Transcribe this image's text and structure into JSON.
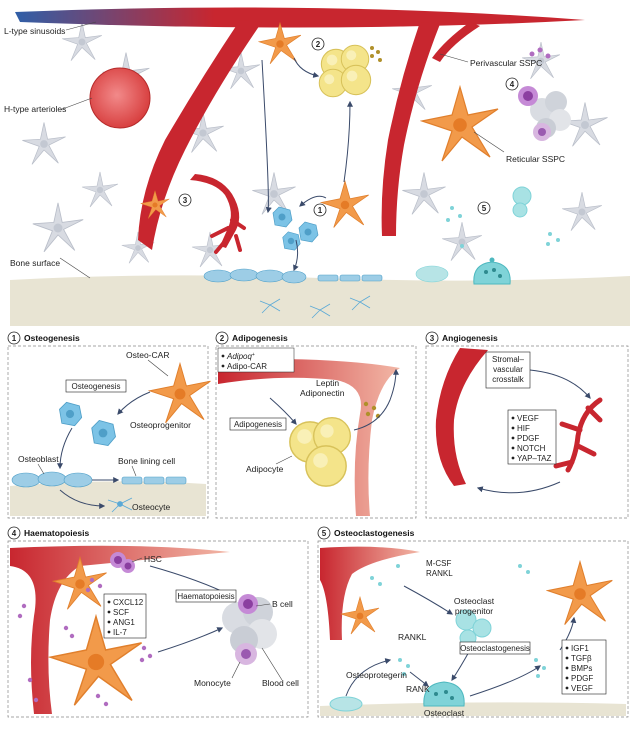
{
  "overview": {
    "labels": {
      "l_sinusoids": "L-type sinusoids",
      "h_arterioles": "H-type arterioles",
      "bone_surface": "Bone surface",
      "perivascular_sspc": "Perivascular SSPC",
      "reticular_sspc": "Reticular SSPC"
    },
    "markers": [
      "1",
      "2",
      "3",
      "4",
      "5"
    ]
  },
  "panels": {
    "osteogenesis": {
      "number": "1",
      "title": "Osteogenesis",
      "labels": {
        "osteo_car": "Osteo-CAR",
        "process": "Osteogenesis",
        "osteoprogenitor": "Osteoprogenitor",
        "osteoblast": "Osteoblast",
        "bone_lining": "Bone lining cell",
        "osteocyte": "Osteocyte"
      }
    },
    "adipogenesis": {
      "number": "2",
      "title": "Adipogenesis",
      "bullets": [
        "Adipoq",
        "Adipo-CAR"
      ],
      "adipoq_sup": "+",
      "labels": {
        "leptin": "Leptin",
        "adiponectin": "Adiponectin",
        "process": "Adipogenesis",
        "adipocyte": "Adipocyte"
      }
    },
    "angiogenesis": {
      "number": "3",
      "title": "Angiogenesis",
      "crosstalk": [
        "Stromal–",
        "vascular",
        "crosstalk"
      ],
      "factors": [
        "VEGF",
        "HIF",
        "PDGF",
        "NOTCH",
        "YAP–TAZ"
      ]
    },
    "haematopoiesis": {
      "number": "4",
      "title": "Haematopoiesis",
      "labels": {
        "hsc": "HSC",
        "process": "Haematopoiesis",
        "b_cell": "B cell",
        "monocyte": "Monocyte",
        "blood_cell": "Blood cell"
      },
      "factors": [
        "CXCL12",
        "SCF",
        "ANG1",
        "IL-7"
      ]
    },
    "osteoclastogenesis": {
      "number": "5",
      "title": "Osteoclastogenesis",
      "mcsf": [
        "M-CSF",
        "RANKL"
      ],
      "labels": {
        "progenitor": [
          "Osteoclast",
          "progenitor"
        ],
        "rankl": "RANKL",
        "process": "Osteoclastogenesis",
        "osteoprotegerin": "Osteoprotegerin",
        "rank": "RANK",
        "osteoclast": "Osteoclast"
      },
      "factors": [
        "IGF1",
        "TGFβ",
        "BMPs",
        "PDGF",
        "VEGF"
      ]
    }
  },
  "colors": {
    "vessel_red": "#c8262f",
    "vessel_blue": "#2f5fa8",
    "stromal_orange": "#f29a4a",
    "adipocyte_yellow": "#f4e48a",
    "osteoblast_blue": "#7cc3e6",
    "bone": "#e8e4d3",
    "stromal_grey": "#d8dbe2",
    "purple": "#b06cc0",
    "teal": "#7fd3d8"
  }
}
